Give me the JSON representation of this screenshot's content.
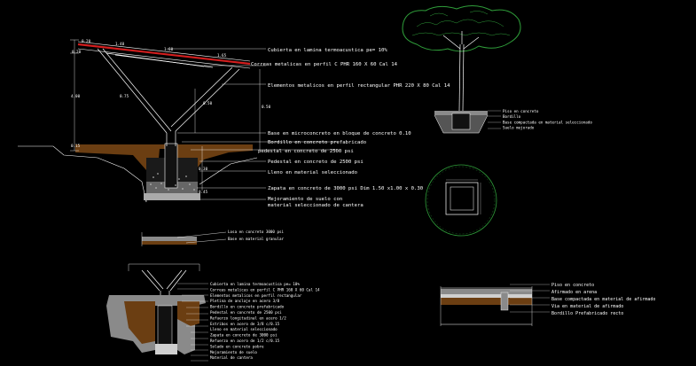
{
  "drawing": {
    "dimensions": {
      "d_020_top": "0.20",
      "d_140": "1.40",
      "d_160": "1.60",
      "d_165": "1.65",
      "d_020_mid": "0.20",
      "d_400": "4.00",
      "d_075": "0.75",
      "d_050_a": "0.50",
      "d_050_b": "0.50",
      "d_015": "0.15",
      "d_030": "0.30",
      "d_045": "0.45"
    },
    "labels": {
      "cubierta": "Cubierta en lamina termoacustica pe= 10%",
      "correas": "Correas metalicas en perfil C  PHR 160 X 60 Cal 14",
      "elementos": "Elementos metalicos en perfil rectangular  PHR 220 X 80 Cal 14",
      "base_micro": "Base en microconcreto en bloque de concreto 0.10",
      "bordillo": "Bordillo en concreto prefabricado",
      "pedestal_a": "pedestal en concreto de 2500 psi",
      "pedestal_b": "Pedestal en concreto de 2500 psi",
      "lleno": "Lleno en material seleccionado",
      "zapata": "Zapata en concreto de 3000 psi  Dim 1.50 x1.00 x 0.30",
      "mejoramiento_1": "Mejoramiento de suelo con",
      "mejoramiento_2": "material seleccionado de cantera"
    },
    "small_section": {
      "l1": "Losa en concreto 3000 psi",
      "l2": "Base en material granular"
    },
    "small_detail_labels": [
      "Cubierta en lamina termoacustica pe= 10%",
      "Correas metalicas en perfil C PHR 160 X 60 Cal 14",
      "Elementos metalicos en perfil rectangular",
      "Pletina de anclaje en acero 3/8",
      "Bordillo en concreto prefabricado",
      "Pedestal en concreto de 2500 psi",
      "Refuerzo longitudinal en acero 1/2",
      "Estribos en acero de 3/8 c/0.15",
      "Lleno en material seleccionado",
      "Zapata en concreto de 3000 psi",
      "Refuerzo en acero de 1/2 c/0.15",
      "Solado en concreto pobre",
      "Mejoramiento de suelo",
      "Material de cantera"
    ],
    "tree_labels": [
      "Piso en concreto",
      "Bordillo",
      "Base compactada en material seleccionado",
      "Suelo mejorado"
    ],
    "pavement_labels": [
      "Piso en concreto",
      "Afirmado en arena",
      "Base compactada en material de afirmado",
      "Via en material de afirmado",
      "Bordillo Prefabricado recto"
    ],
    "colors": {
      "background": "#000000",
      "line": "#ffffff",
      "roof_red": "#d21e1e",
      "soil_brown": "#6b3e12",
      "tree_green": "#2f9e3a",
      "dim_cyan": "#59c3c3",
      "gray_fill": "#8a8a8a"
    }
  }
}
